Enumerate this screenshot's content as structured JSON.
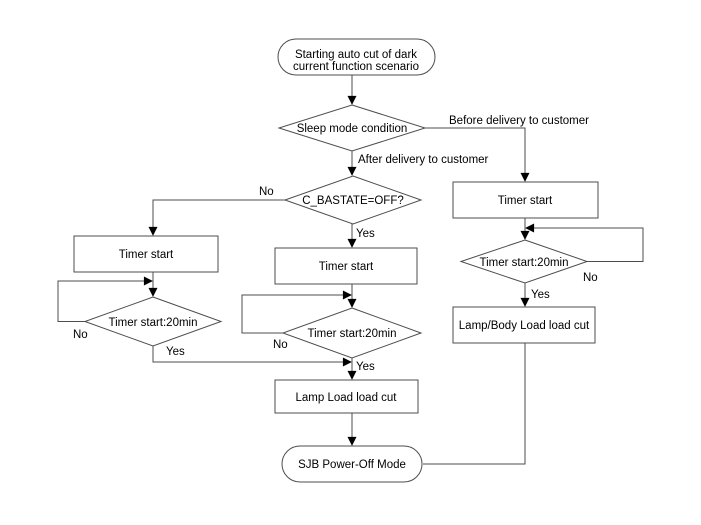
{
  "diagram": {
    "colors": {
      "background": "#ffffff",
      "line": "#4d4d4d",
      "arrow": "#000000",
      "text": "#000000"
    },
    "nodes": {
      "start": {
        "type": "terminator",
        "line1": "Starting auto cut of dark",
        "line2": "current function scenario"
      },
      "sleep_condition": {
        "type": "decision",
        "label": "Sleep mode condition"
      },
      "c_bastate": {
        "type": "decision",
        "label": "C_BASTATE=OFF?"
      },
      "timer_left": {
        "type": "process",
        "label": "Timer start"
      },
      "timer_mid": {
        "type": "process",
        "label": "Timer start"
      },
      "timer_right": {
        "type": "process",
        "label": "Timer start"
      },
      "timer20_left": {
        "type": "decision",
        "label": "Timer start:20min"
      },
      "timer20_mid": {
        "type": "decision",
        "label": "Timer start:20min"
      },
      "timer20_right": {
        "type": "decision",
        "label": "Timer start:20min"
      },
      "lamp_cut": {
        "type": "process",
        "label": "Lamp Load load cut"
      },
      "lamp_body_cut": {
        "type": "process",
        "label": "Lamp/Body Load load cut"
      },
      "end": {
        "type": "terminator",
        "label": "SJB Power-Off Mode"
      }
    },
    "edge_labels": {
      "before_delivery": "Before delivery to customer",
      "after_delivery": "After delivery to customer",
      "c_bastate_no": "No",
      "c_bastate_yes": "Yes",
      "left_no": "No",
      "left_yes": "Yes",
      "mid_no": "No",
      "mid_yes": "Yes",
      "right_no": "No",
      "right_yes": "Yes"
    }
  }
}
